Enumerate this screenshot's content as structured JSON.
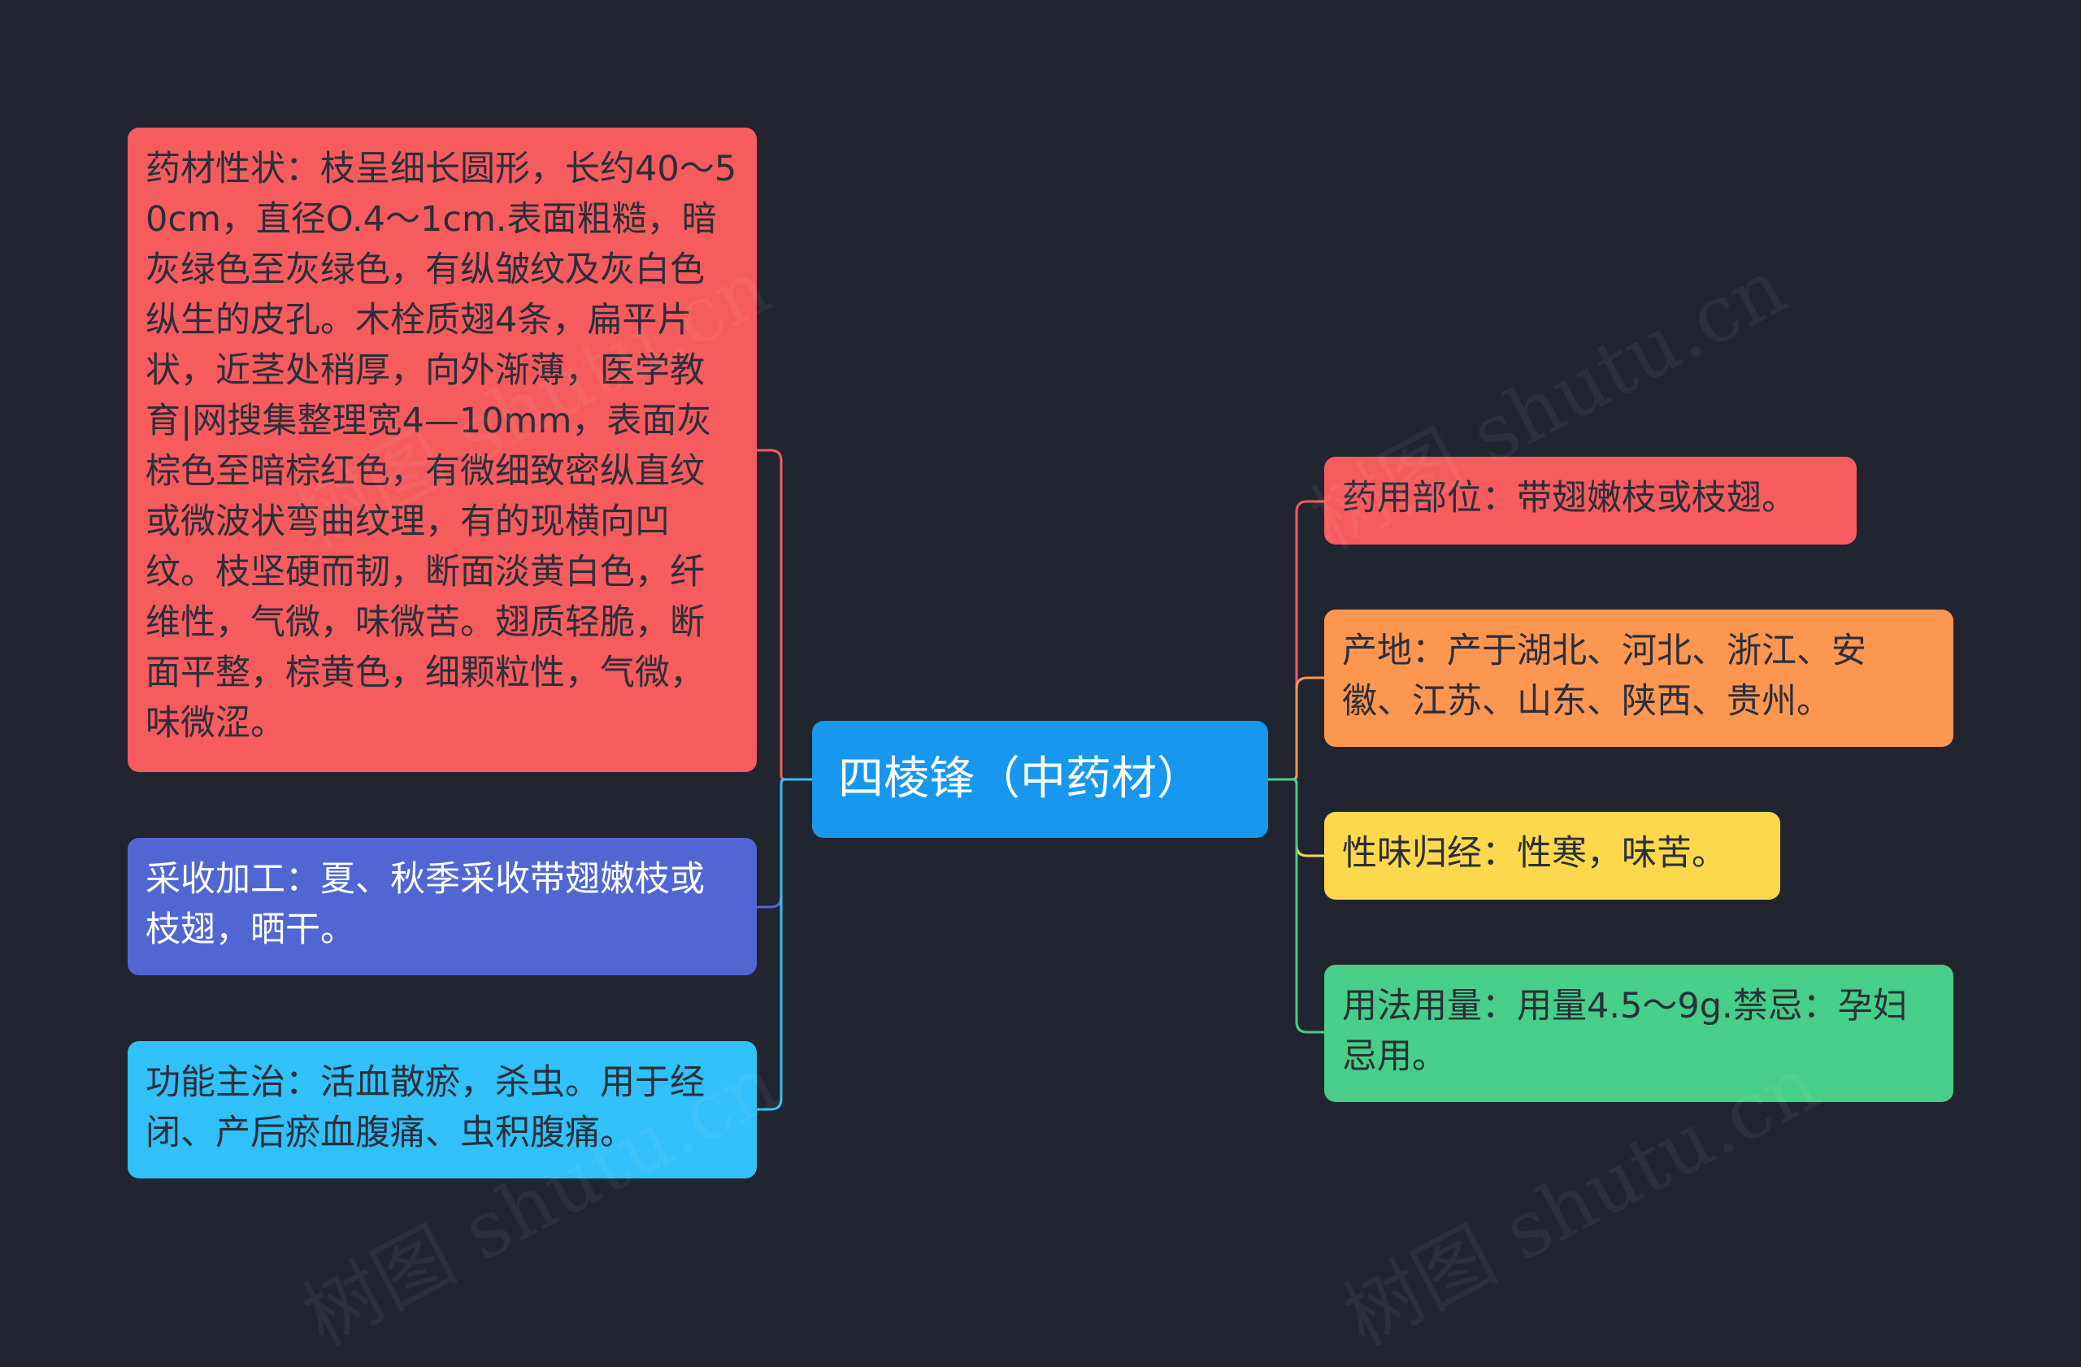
{
  "colors": {
    "background": "#21252f",
    "root": "#1798ee",
    "red": "#f65b5e",
    "indigo": "#5266d3",
    "cyan": "#31c0f8",
    "orange": "#fd9651",
    "yellow": "#fcd84c",
    "green": "#47ce88"
  },
  "root": {
    "label": "四棱锋（中药材）"
  },
  "left": [
    {
      "id": "characteristics",
      "text": "药材性状：枝呈细长圆形，长约40～50cm，直径O.4～1cm.表面粗糙，暗灰绿色至灰绿色，有纵皱纹及灰白色纵生的皮孔。木栓质翅4条，扁平片状，近茎处稍厚，向外渐薄，医学教育|网搜集整理宽4—10mm，表面灰棕色至暗棕红色，有微细致密纵直纹或微波状弯曲纹理，有的现横向凹纹。枝坚硬而韧，断面淡黄白色，纤维性，气微，味微苦。翅质轻脆，断面平整，棕黄色，细颗粒性，气微，味微涩。"
    },
    {
      "id": "harvest",
      "text": "采收加工：夏、秋季采收带翅嫩枝或枝翅，晒干。"
    },
    {
      "id": "function",
      "text": "功能主治：活血散瘀，杀虫。用于经闭、产后瘀血腹痛、虫积腹痛。"
    }
  ],
  "right": [
    {
      "id": "part",
      "text": "药用部位：带翅嫩枝或枝翅。"
    },
    {
      "id": "origin",
      "text": "产地：产于湖北、河北、浙江、安徽、江苏、山东、陕西、贵州。"
    },
    {
      "id": "taste",
      "text": "性味归经：性寒，味苦。"
    },
    {
      "id": "usage",
      "text": "用法用量：用量4.5～9g.禁忌：孕妇忌用。"
    }
  ],
  "watermark": "树图 shutu.cn"
}
